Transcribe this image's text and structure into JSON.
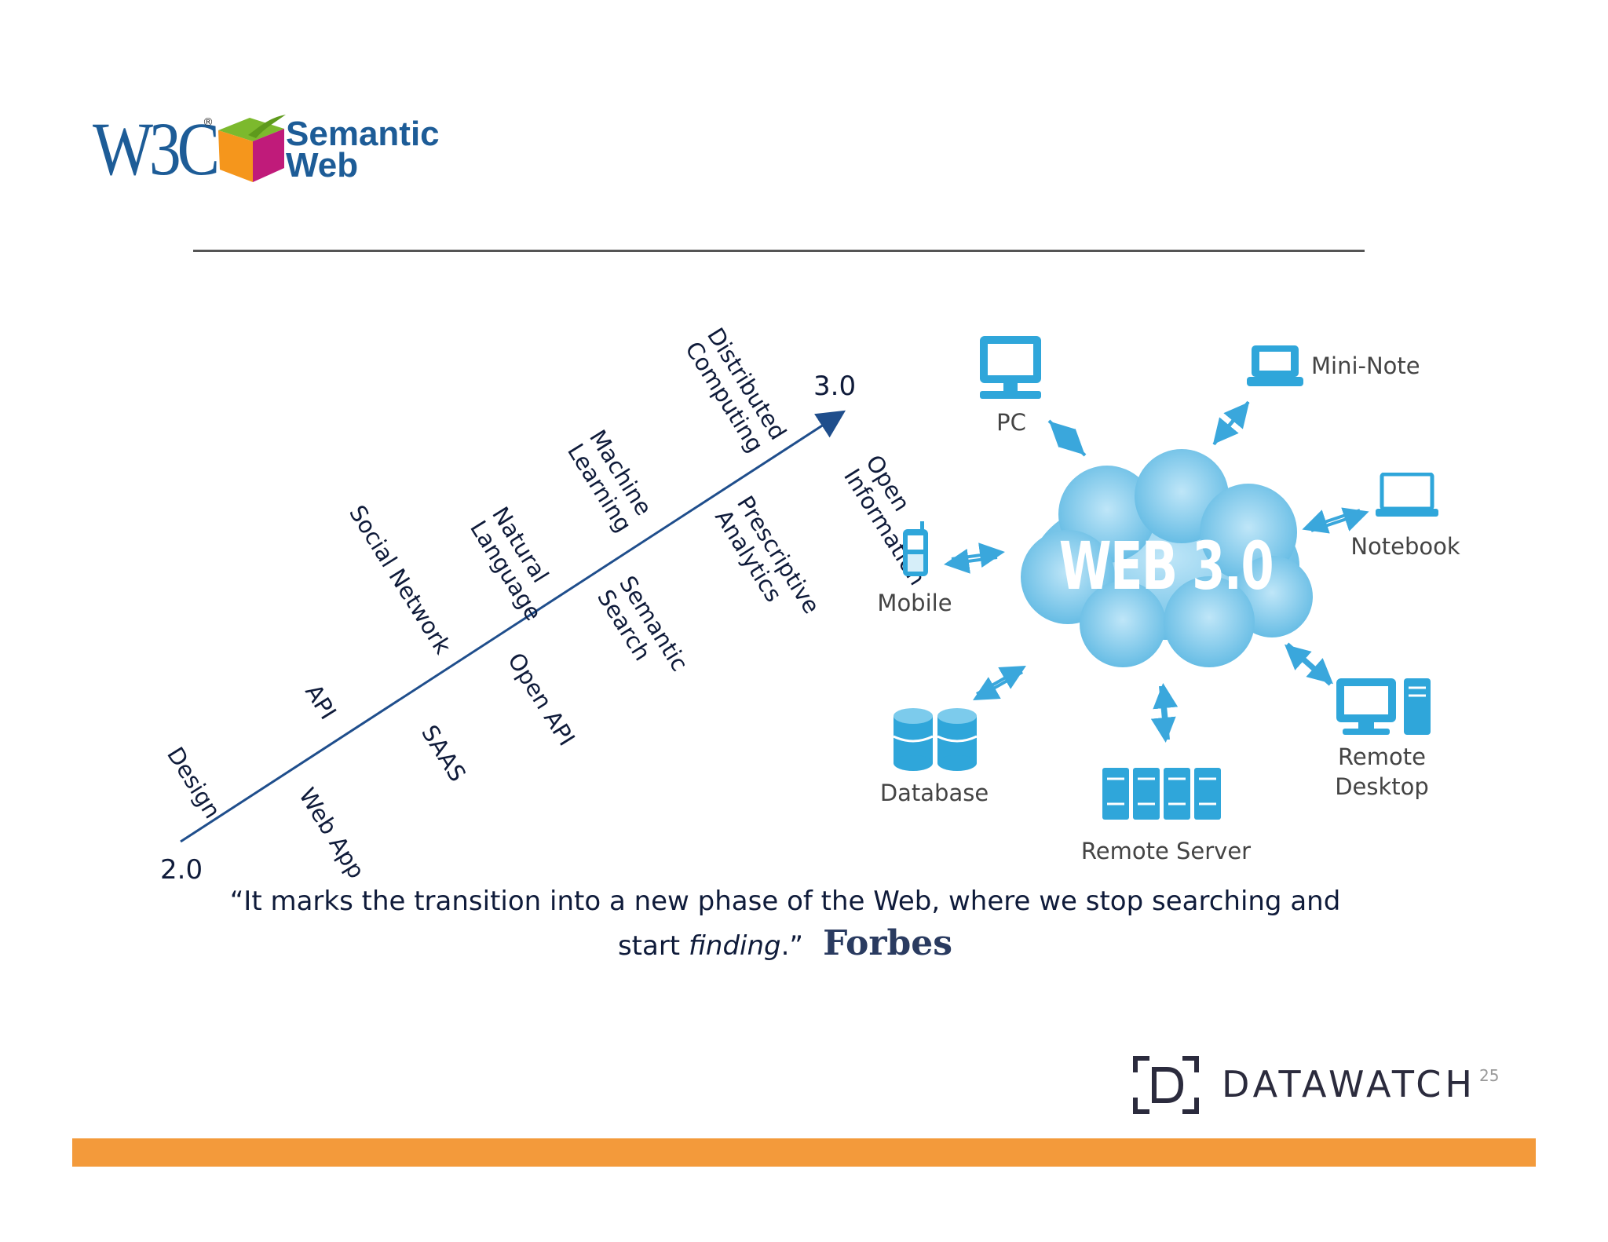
{
  "logo": {
    "w3c": "W3C",
    "registered": "®",
    "semantic_line1": "Semantic",
    "semantic_line2": "Web"
  },
  "diagram": {
    "start_version": "2.0",
    "end_version": "3.0",
    "labels_above": [
      "Design",
      "API",
      "Social Network",
      "Natural\nLanguage",
      "Machine\nLearning",
      "Distributed\nComputing"
    ],
    "labels_below": [
      "Web App",
      "SAAS",
      "Open API",
      "Semantic\nSearch",
      "Prescriptive\nAnalytics",
      "Open\nInformation"
    ]
  },
  "web3": {
    "cloud_title": "WEB 3.0",
    "devices": {
      "pc": "PC",
      "mini_note": "Mini-Note",
      "notebook": "Notebook",
      "mobile": "Mobile",
      "database": "Database",
      "remote_server": "Remote Server",
      "remote_desktop": "Remote\nDesktop"
    }
  },
  "quote": {
    "line1": "“It marks the transition into a new phase of the Web, where we stop searching and",
    "line2_start": "start ",
    "line2_em": "finding",
    "line2_end": ".”",
    "source": "Forbes"
  },
  "footer": {
    "company": "DATAWATCH",
    "page_number": "25",
    "bar_color": "#f39a3b"
  }
}
